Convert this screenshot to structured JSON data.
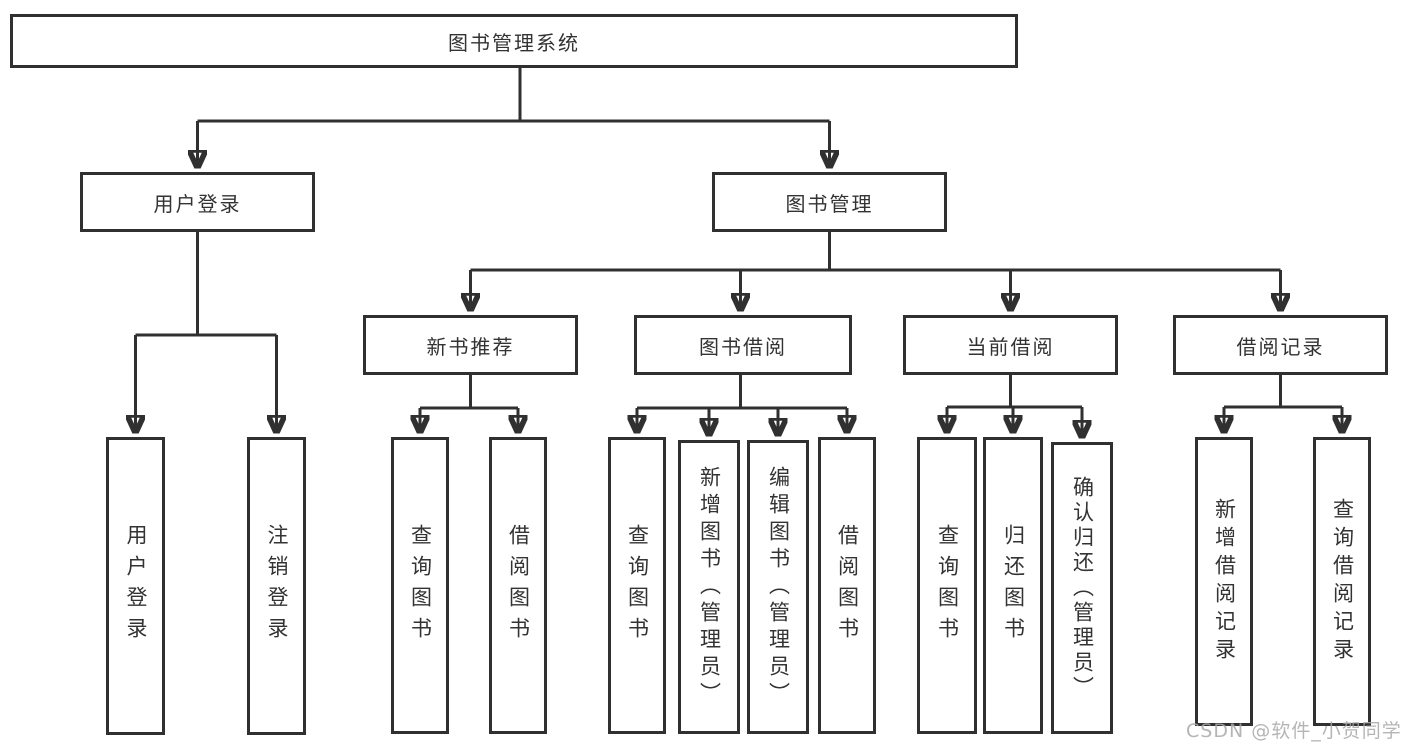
{
  "tree": {
    "root": {
      "label": "图书管理系统"
    },
    "children": [
      {
        "label": "用户登录",
        "children": [
          {
            "label": "用户登录"
          },
          {
            "label": "注销登录"
          }
        ]
      },
      {
        "label": "图书管理",
        "children": [
          {
            "label": "新书推荐",
            "children": [
              {
                "label": "查询图书"
              },
              {
                "label": "借阅图书"
              }
            ]
          },
          {
            "label": "图书借阅",
            "children": [
              {
                "label": "查询图书"
              },
              {
                "label": "新增图书（管理员）"
              },
              {
                "label": "编辑图书（管理员）"
              },
              {
                "label": "借阅图书"
              }
            ]
          },
          {
            "label": "当前借阅",
            "children": [
              {
                "label": "查询图书"
              },
              {
                "label": "归还图书"
              },
              {
                "label": "确认归还（管理员）"
              }
            ]
          },
          {
            "label": "借阅记录",
            "children": [
              {
                "label": "新增借阅记录"
              },
              {
                "label": "查询借阅记录"
              }
            ]
          }
        ]
      }
    ]
  },
  "watermark": {
    "text": "CSDN @软件_小贺同学"
  },
  "colors": {
    "line": "#303030",
    "text": "#333333",
    "watermark": "#a8a8a8",
    "background": "#ffffff"
  }
}
